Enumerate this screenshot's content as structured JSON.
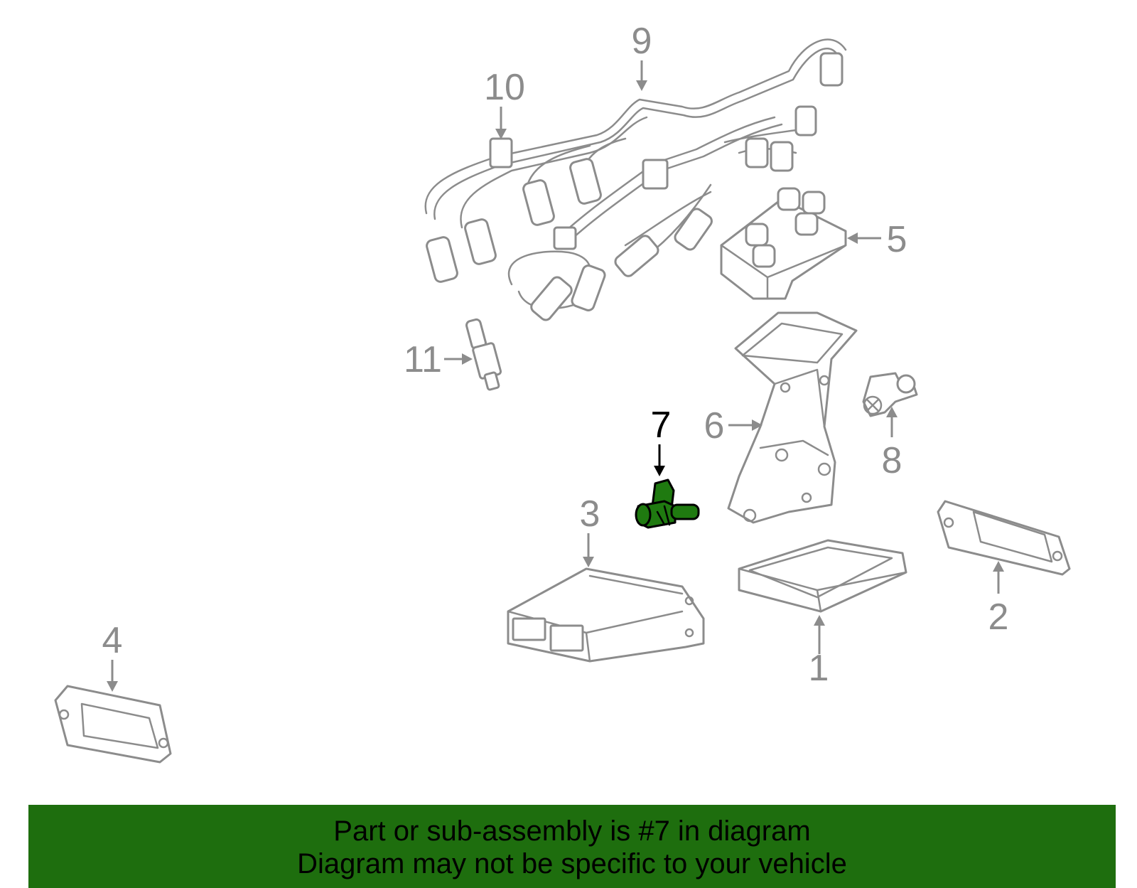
{
  "callouts": {
    "c1": "1",
    "c2": "2",
    "c3": "3",
    "c4": "4",
    "c5": "5",
    "c6": "6",
    "c7": "7",
    "c8": "8",
    "c9": "9",
    "c10": "10",
    "c11": "11"
  },
  "highlighted_part": "7",
  "colors": {
    "highlight": "#1f7a10",
    "banner": "#1e6e0e",
    "line": "#8c8c8c"
  },
  "banner": {
    "line1": "Part or sub-assembly is #7 in diagram",
    "line2": "Diagram may not be specific to your vehicle"
  }
}
